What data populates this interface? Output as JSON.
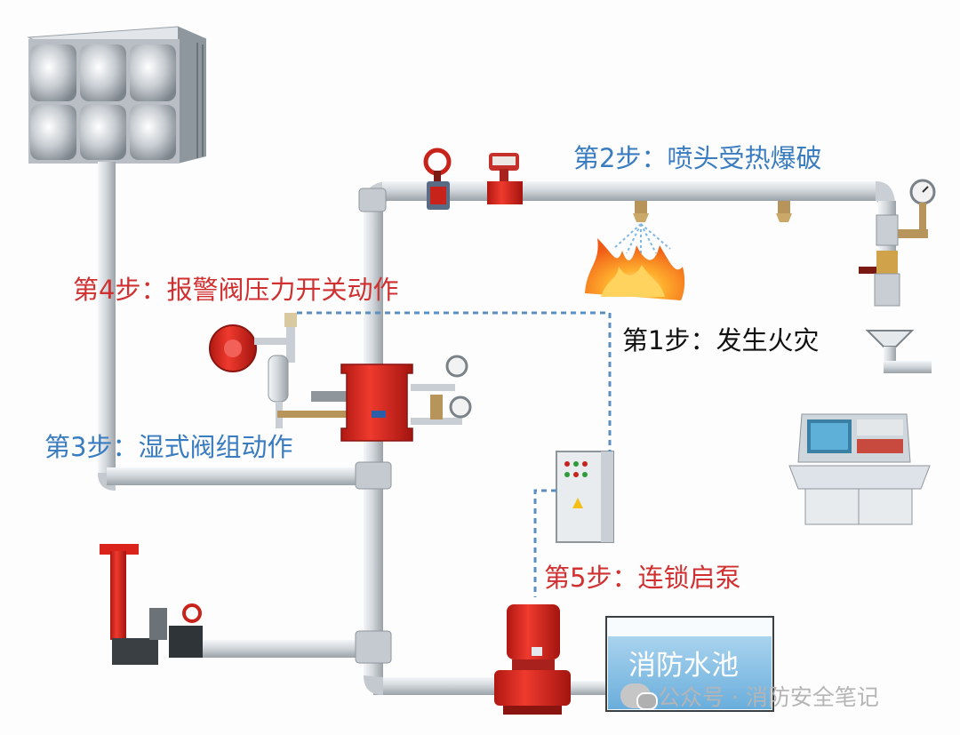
{
  "steps": {
    "step1": "第1步：发生火灾",
    "step2": "第2步：喷头受热爆破",
    "step3": "第3步：湿式阀组动作",
    "step4": "第4步：报警阀压力开关动作",
    "step5": "第5步：连锁启泵"
  },
  "pool_label": "消防水池",
  "watermark": "公众号 · 消防安全笔记",
  "colors": {
    "blue_label": "#3a7cc0",
    "red_label": "#d03030",
    "pipe": "#d6dade",
    "valve_red": "#d9231b",
    "signal_dashed": "#5b8fc2",
    "pool_water": "#8dc2e6"
  }
}
